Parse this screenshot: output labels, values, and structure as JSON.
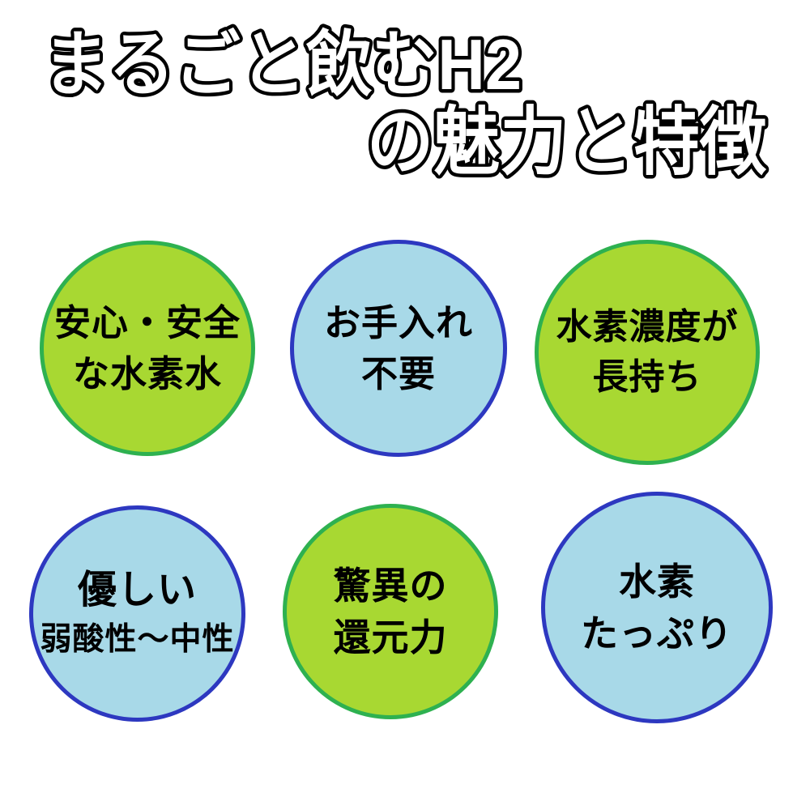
{
  "page": {
    "background": "#ffffff"
  },
  "title": {
    "line1": "まるごと飲むH2",
    "line2": "の魅力と特徴"
  },
  "colors": {
    "page_bg": "#ffffff",
    "title_fill": "#ffffff",
    "title_outline": "#000000",
    "green_fill": "#a8d832",
    "green_border": "#2eb150",
    "blue_fill": "#a8d9e8",
    "blue_border": "#2d38c0",
    "text_color": "#000000"
  },
  "features": [
    {
      "id": "safe-water",
      "scheme": "green",
      "lines": [
        "安心・安全",
        "な水素水"
      ]
    },
    {
      "id": "no-maintenance",
      "scheme": "blue",
      "lines": [
        "お手入れ",
        "不要"
      ]
    },
    {
      "id": "long-lasting",
      "scheme": "green",
      "lines": [
        "水素濃度が",
        "長持ち"
      ]
    },
    {
      "id": "gentle-ph",
      "scheme": "blue",
      "lines": [
        "優しい",
        "弱酸性〜中性"
      ]
    },
    {
      "id": "reduction-power",
      "scheme": "green",
      "lines": [
        "驚異の",
        "還元力"
      ]
    },
    {
      "id": "plenty-hydrogen",
      "scheme": "blue",
      "lines": [
        "水素",
        "たっぷり"
      ]
    }
  ]
}
